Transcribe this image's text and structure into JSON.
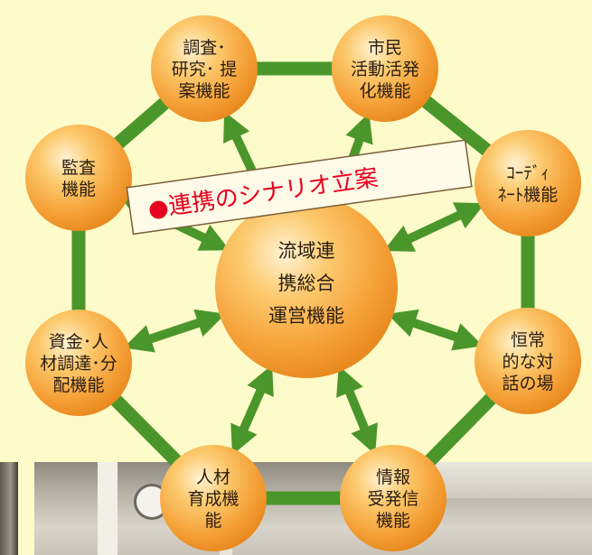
{
  "colors": {
    "background": "#fdfbc9",
    "node_fill": "#f7a53a",
    "connector": "#4a962a",
    "banner_text": "#e6001e"
  },
  "center": {
    "lines": [
      "流域連",
      "携総合",
      "運営機能"
    ]
  },
  "nodes": [
    {
      "id": "research",
      "lines": [
        "調査･",
        "研究･ 提",
        "案機能"
      ]
    },
    {
      "id": "citizen",
      "lines": [
        "市民",
        "活動活発",
        "化機能"
      ]
    },
    {
      "id": "coordinate",
      "lines": [
        "ｺｰﾃﾞｨ",
        "ﾈｰﾄ機能"
      ]
    },
    {
      "id": "dialogue",
      "lines": [
        "恒常",
        "的な対",
        "話の場"
      ]
    },
    {
      "id": "info",
      "lines": [
        "情報",
        "受発信",
        "機能"
      ]
    },
    {
      "id": "talent",
      "lines": [
        "人材",
        "育成機",
        "能"
      ]
    },
    {
      "id": "funding",
      "lines": [
        "資金･人",
        "材調達･分",
        "配機能"
      ]
    },
    {
      "id": "audit",
      "lines": [
        "監査",
        "機能"
      ]
    }
  ],
  "banner": {
    "text": "●連携のシナリオ立案"
  }
}
